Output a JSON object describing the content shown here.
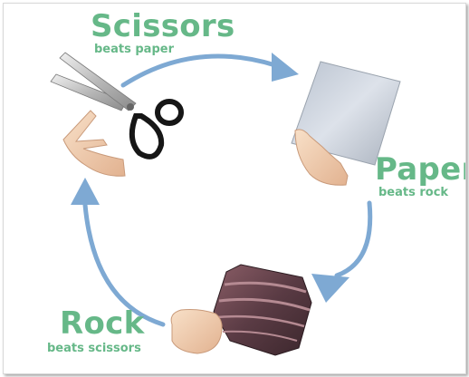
{
  "colors": {
    "green": "#66b888",
    "arrow_blue": "#7ea9d3"
  },
  "items": [
    {
      "key": "scissors",
      "title": "Scissors",
      "subtitle": "beats paper",
      "image_icon": "scissors-icon",
      "hand_icon": "scissors-hand-icon"
    },
    {
      "key": "paper",
      "title": "Paper",
      "subtitle": "beats rock",
      "image_icon": "paper-sheet-icon",
      "hand_icon": "paper-hand-icon"
    },
    {
      "key": "rock",
      "title": "Rock",
      "subtitle": "beats scissors",
      "image_icon": "rock-icon",
      "hand_icon": "rock-fist-icon"
    }
  ],
  "cycle": {
    "direction": "clockwise",
    "arrows": [
      "scissors-to-paper",
      "paper-to-rock",
      "rock-to-scissors"
    ]
  }
}
